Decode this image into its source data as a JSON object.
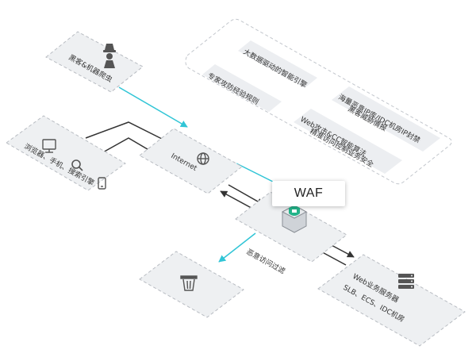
{
  "diagram": {
    "waf_label": "WAF",
    "tiles": {
      "bot": "黑客&机器爬虫",
      "clients": "浏览器、手机、搜索引擎",
      "internet": "Internet",
      "blocked": "",
      "web": [
        "Web业务服务器",
        "SLB、ECS、IDC机房"
      ]
    },
    "features": [
      "大数据驱动的智能引擎",
      "专家攻防经验规则",
      [
        "海量恶意IP库/IDC机房IP封禁",
        "黑客威胁情报"
      ],
      [
        "Web攻击&CC智能算法",
        "精准访问控制业务安全"
      ]
    ],
    "edge_labels": {
      "filter": "恶意访问过滤"
    },
    "colors": {
      "tile_fill": "#eef0f2",
      "tile_border": "#b8bcc2",
      "accent_cyan": "#31c5d6",
      "arrow_dark": "#333333",
      "icon": "#555555",
      "shield_green": "#23b389"
    },
    "icons": [
      "spy-icon",
      "monitor-icon",
      "search-icon",
      "phone-icon",
      "globe-icon",
      "waf-shield-icon",
      "trash-icon",
      "server-icon"
    ]
  }
}
